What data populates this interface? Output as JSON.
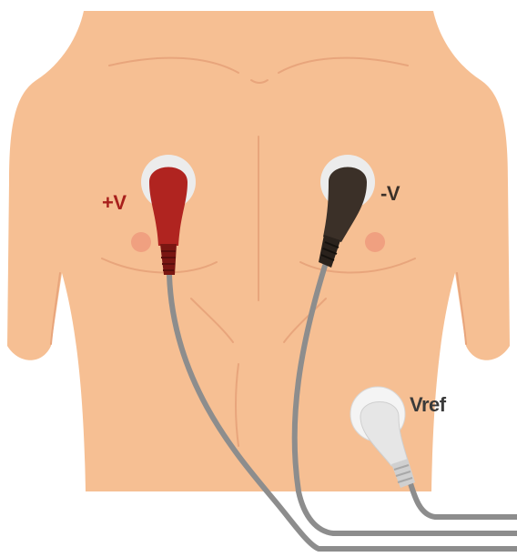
{
  "labels": {
    "positive": "+V",
    "negative": "-V",
    "reference": "Vref"
  },
  "colors": {
    "skin": "#f6bf93",
    "skin_line": "#e8a57c",
    "nipple": "#f0a080",
    "positive_electrode": "#b02420",
    "negative_electrode": "#3b3028",
    "reference_electrode": "#e6e6e6",
    "electrode_rim": "#ececec",
    "cable": "#8d8d8d",
    "positive_text": "#a8201c",
    "negative_text": "#3b3028",
    "reference_text": "#3a3a3a"
  }
}
